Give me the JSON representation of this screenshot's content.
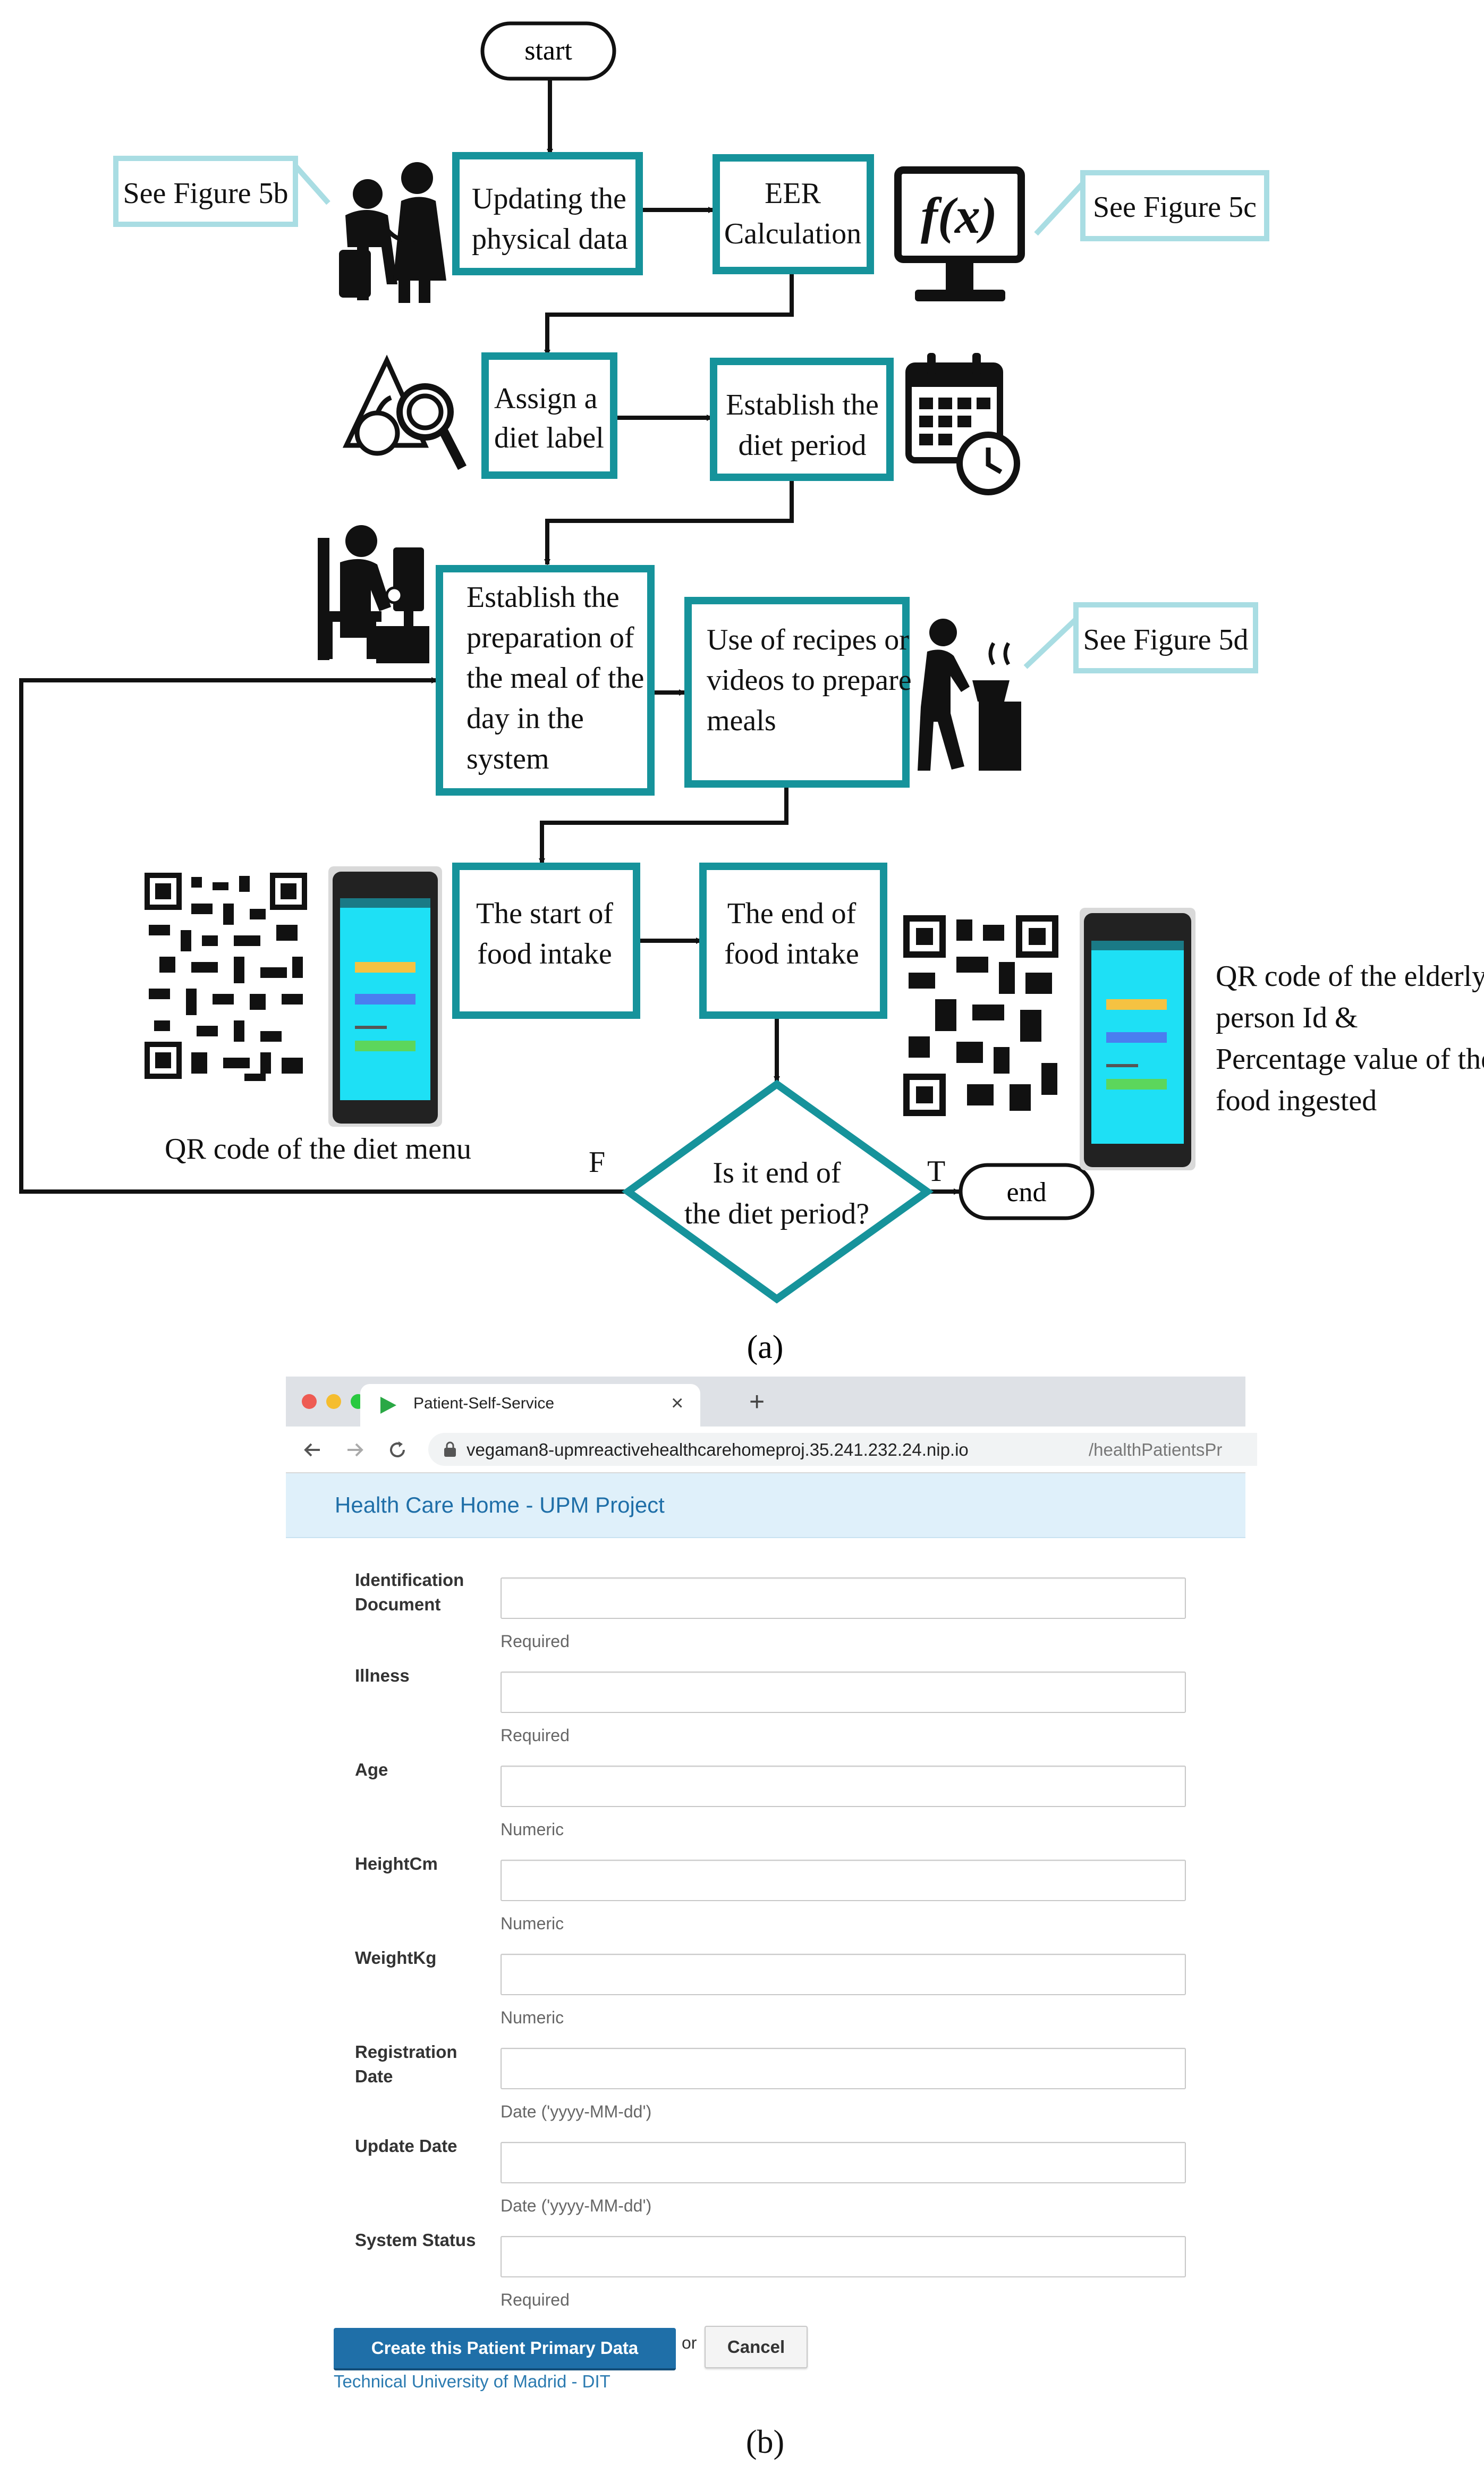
{
  "diagram": {
    "start": "start",
    "end": "end",
    "steps": {
      "updating": [
        "Updating the",
        "physical data"
      ],
      "eer": [
        "EER",
        "Calculation"
      ],
      "assign": [
        "Assign a",
        "diet label"
      ],
      "period": [
        "Establish the",
        "diet period"
      ],
      "preparation": [
        "Establish the",
        "preparation of",
        "the meal of the",
        "day in the",
        "system"
      ],
      "recipes": [
        "Use of recipes or",
        "videos to prepare",
        "meals"
      ],
      "start_intake": [
        "The start of",
        "food intake"
      ],
      "end_intake": [
        "The end of",
        "food intake"
      ],
      "decision": [
        "Is it end of",
        "the diet period?"
      ]
    },
    "refs": {
      "fig5b": "See Figure 5b",
      "fig5c": "See Figure 5c",
      "fig5d": "See Figure 5d"
    },
    "branch_false": "F",
    "branch_true": "T",
    "qr_menu_caption": "QR code of the diet menu",
    "qr_person_caption": [
      "QR code of the elderly",
      "person Id  &",
      "Percentage value of the",
      "food ingested"
    ],
    "colors": {
      "teal": "#16939b",
      "ref_border": "#a9dde3"
    },
    "icons": [
      "doctor-patient-icon",
      "function-monitor-icon",
      "apple-magnifier-icon",
      "calendar-clock-icon",
      "person-at-computer-icon",
      "person-cooking-icon",
      "qr-code-icon",
      "phone-app-icon"
    ]
  },
  "panel_a_label": "(a)",
  "panel_b_label": "(b)",
  "browser": {
    "tab_title": "Patient-Self-Service",
    "tab_close": "×",
    "new_tab": "+",
    "url_main": "vegaman8-upmreactivehealthcarehomeproj.35.241.232.24.nip.io",
    "url_path": "/healthPatientsPr",
    "header_title": "Health Care Home - UPM Project",
    "fields": [
      {
        "label": "Identification Document",
        "help": "Required"
      },
      {
        "label": "Illness",
        "help": "Required"
      },
      {
        "label": "Age",
        "help": "Numeric"
      },
      {
        "label": "HeightCm",
        "help": "Numeric"
      },
      {
        "label": "WeightKg",
        "help": "Numeric"
      },
      {
        "label": "Registration Date",
        "help": "Date ('yyyy-MM-dd')"
      },
      {
        "label": "Update Date",
        "help": "Date ('yyyy-MM-dd')"
      },
      {
        "label": "System Status",
        "help": "Required"
      }
    ],
    "create_button": "Create this Patient Primary Data",
    "or_text": "or",
    "cancel_button": "Cancel",
    "footer_link": "Technical University of Madrid - DIT",
    "colors": {
      "accent": "#1f6fa8",
      "header_bg": "#dff0fa",
      "link": "#2a7ab0"
    }
  }
}
